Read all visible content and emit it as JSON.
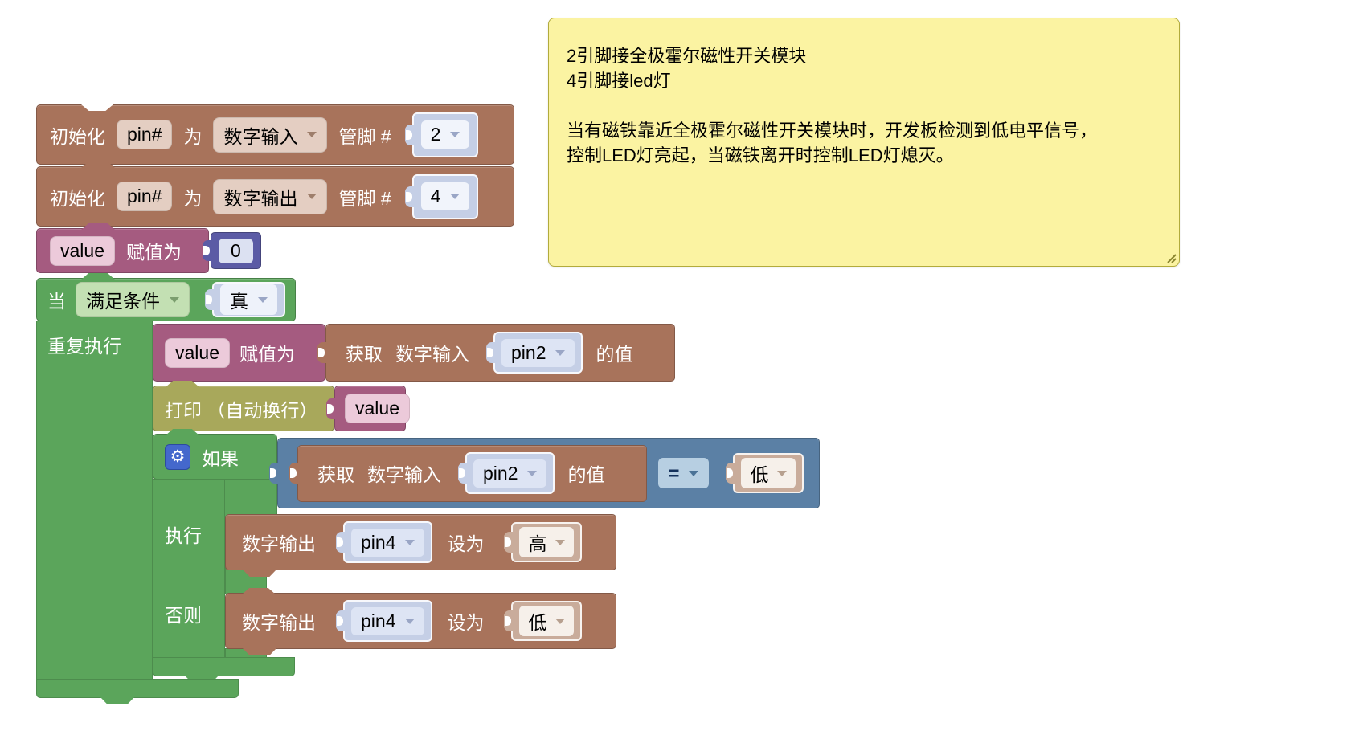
{
  "colors": {
    "block_brown": "#a8735b",
    "block_magenta": "#a55b80",
    "block_green": "#5ba55b",
    "block_olive": "#a8a85b",
    "block_blue": "#5b80a5",
    "block_indigo": "#5b5ba5",
    "shadow_lavender": "#c5cfe6",
    "shadow_tan": "#c9ac9b",
    "gear_blue": "#4468cc",
    "comment_bg": "#fbf3a2",
    "comment_border": "#b2ab3c",
    "workspace_bg": "#ffffff"
  },
  "icons": {
    "gear": "⚙"
  },
  "comment": {
    "lines": [
      "2引脚接全极霍尔磁性开关模块",
      "4引脚接led灯",
      "",
      "当有磁铁靠近全极霍尔磁性开关模块时，开发板检测到低电平信号，",
      "控制LED灯亮起，当磁铁离开时控制LED灯熄灭。"
    ]
  },
  "blocks": {
    "init_pin2": {
      "kw_init": "初始化",
      "var": "pin#",
      "kw_as": "为",
      "mode": "数字输入",
      "kw_pin": "管脚 #",
      "pin": "2"
    },
    "init_pin4": {
      "kw_init": "初始化",
      "var": "pin#",
      "kw_as": "为",
      "mode": "数字输出",
      "kw_pin": "管脚 #",
      "pin": "4"
    },
    "assign_zero": {
      "var": "value",
      "kw_assign": "赋值为",
      "value": "0"
    },
    "loop": {
      "kw_when": "当",
      "cond": "满足条件",
      "cond_value": "真",
      "kw_repeat": "重复执行"
    },
    "body": {
      "assign_read": {
        "var": "value",
        "kw_assign": "赋值为",
        "value_block": {
          "kw_get": "获取",
          "mode": "数字输入",
          "pin": "pin2",
          "kw_value": "的值"
        }
      },
      "print": {
        "kw": "打印 （自动换行）",
        "var": "value"
      },
      "if_block": {
        "kw_if": "如果",
        "condition": {
          "left": {
            "kw_get": "获取",
            "mode": "数字输入",
            "pin": "pin2",
            "kw_value": "的值"
          },
          "op": "=",
          "right": "低"
        },
        "kw_do": "执行",
        "do_stmt": {
          "mode": "数字输出",
          "pin": "pin4",
          "kw_set": "设为",
          "value": "高"
        },
        "kw_else": "否则",
        "else_stmt": {
          "mode": "数字输出",
          "pin": "pin4",
          "kw_set": "设为",
          "value": "低"
        }
      }
    }
  }
}
